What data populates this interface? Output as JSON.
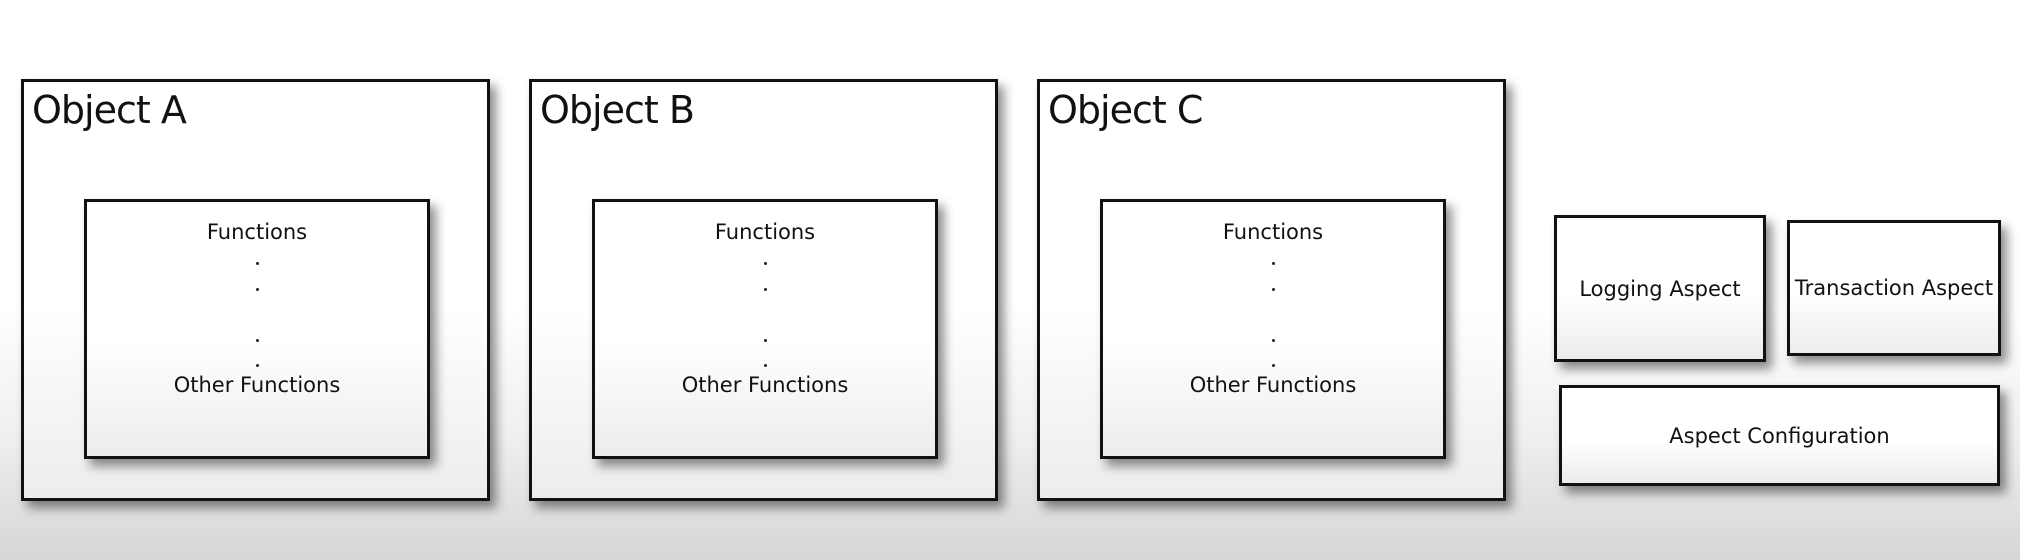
{
  "objects": [
    {
      "title": "Object A",
      "functions_label": "Functions",
      "other_label": "Other Functions"
    },
    {
      "title": "Object B",
      "functions_label": "Functions",
      "other_label": "Other Functions"
    },
    {
      "title": "Object C",
      "functions_label": "Functions",
      "other_label": "Other Functions"
    }
  ],
  "aspects": {
    "logging": "Logging Aspect",
    "transaction": "Transaction Aspect",
    "configuration": "Aspect Configuration"
  }
}
